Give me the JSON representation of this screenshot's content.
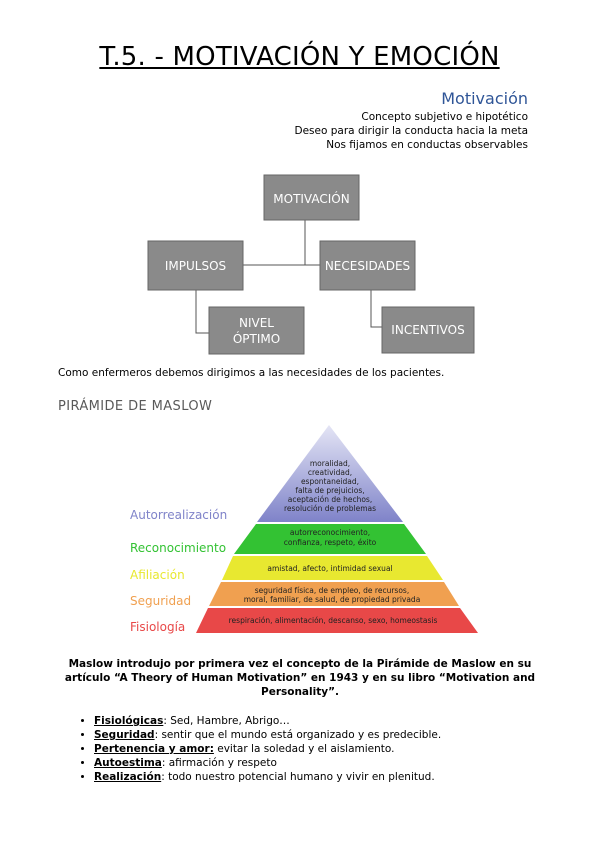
{
  "title": "T.5. - MOTIVACIÓN Y EMOCIÓN",
  "motivacion": {
    "heading": "Motivación",
    "lines": [
      "Concepto subjetivo e hipotético",
      "Deseo para dirigir la conducta hacia la meta",
      "Nos fijamos en conductas observables"
    ]
  },
  "diagram": {
    "boxes": {
      "motivacion": "MOTIVACIÓN",
      "impulsos": "IMPULSOS",
      "necesidades": "NECESIDADES",
      "nivel_optimo": [
        "NIVEL",
        "ÓPTIMO"
      ],
      "incentivos": "INCENTIVOS"
    }
  },
  "paragraph": "Como enfermeros debemos dirigimos a las necesidades de los pacientes.",
  "maslow": {
    "heading": "PIRÁMIDE DE MASLOW",
    "colors": {
      "autorrealizacion": "#7f83c9",
      "reconocimiento": "#33c233",
      "afiliacion": "#e8e830",
      "seguridad": "#f0a050",
      "fisiologia": "#e84848"
    },
    "levels": [
      {
        "label": "Autorrealización",
        "text": [
          "moralidad,",
          "creatividad,",
          "espontaneidad,",
          "falta de prejuicios,",
          "aceptación de hechos,",
          "resolución de problemas"
        ]
      },
      {
        "label": "Reconocimiento",
        "text": [
          "autorreconocimiento,",
          "confianza, respeto, éxito"
        ]
      },
      {
        "label": "Afiliación",
        "text": [
          "amistad, afecto, intimidad sexual"
        ]
      },
      {
        "label": "Seguridad",
        "text": [
          "seguridad física, de empleo, de recursos,",
          "moral, familiar, de salud, de propiedad privada"
        ]
      },
      {
        "label": "Fisiología",
        "text": [
          "respiración, alimentación, descanso, sexo, homeostasis"
        ]
      }
    ]
  },
  "maslow_paragraph": "Maslow introdujo por primera vez el concepto de la Pirámide de Maslow en su artículo “A Theory of Human Motivation” en 1943 y en su libro “Motivation and Personality”.",
  "bullets": [
    {
      "term": "Fisiológicas",
      "sep": ":",
      "text": " Sed, Hambre, Abrigo…"
    },
    {
      "term": "Seguridad",
      "sep": ":",
      "text": " sentir que el mundo está organizado y es predecible."
    },
    {
      "term": "Pertenencia y amor:",
      "sep": "",
      "text": " evitar la soledad y el aislamiento."
    },
    {
      "term": "Autoestima",
      "sep": ":",
      "text": " afirmación y respeto"
    },
    {
      "term": "Realización",
      "sep": ":",
      "text": " todo nuestro potencial humano y vivir en plenitud."
    }
  ]
}
